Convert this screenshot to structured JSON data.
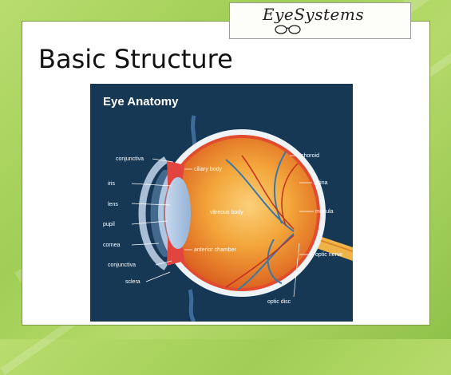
{
  "brand": {
    "name": "EyeSystems"
  },
  "slide": {
    "title": "Basic Structure"
  },
  "diagram": {
    "title": "Eye Anatomy",
    "labels_left": [
      "conjunctiva",
      "iris",
      "lens",
      "pupil",
      "cornea",
      "conjunctiva",
      "sclera"
    ],
    "labels_inner": [
      "ciliary body",
      "vitreous body",
      "anterior chamber"
    ],
    "labels_right": [
      "choroid",
      "retina",
      "macula",
      "optic nerve",
      "optic disc"
    ]
  },
  "colors": {
    "background": "#a6d45e",
    "diagram_bg": "#163854",
    "eyeball": "#f09a2c",
    "sclera": "#ffffff",
    "iris": "#e2453f",
    "vessels": "#3b78a8"
  }
}
